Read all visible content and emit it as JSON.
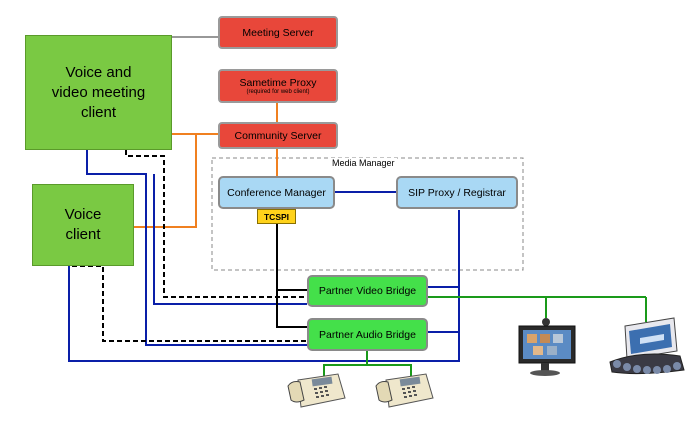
{
  "nodes": {
    "voice_video_client": [
      "Voice and",
      "video meeting",
      "client"
    ],
    "voice_client": [
      "Voice",
      "client"
    ],
    "meeting_server": "Meeting Server",
    "sametime_proxy": "Sametime Proxy",
    "sametime_proxy_note": "(required for web client)",
    "community_server": "Community Server",
    "media_manager": "Media Manager",
    "conference_manager": "Conference Manager",
    "sip_proxy": "SIP Proxy / Registrar",
    "tcspi": "TCSPI",
    "partner_video_bridge": "Partner Video Bridge",
    "partner_audio_bridge": "Partner Audio Bridge"
  },
  "colors": {
    "client_green": "#7ac943",
    "server_red": "#e8473a",
    "manager_blue": "#a9d8f4",
    "bridge_green": "#44e04a",
    "tcspi_yellow": "#ffd21a",
    "link_orange": "#f08020",
    "link_blue": "#0a1fa8",
    "link_green": "#1a9a1a"
  },
  "devices": [
    "desk-phone-icon",
    "desk-phone-icon",
    "video-endpoint-icon",
    "telepresence-system-icon"
  ]
}
